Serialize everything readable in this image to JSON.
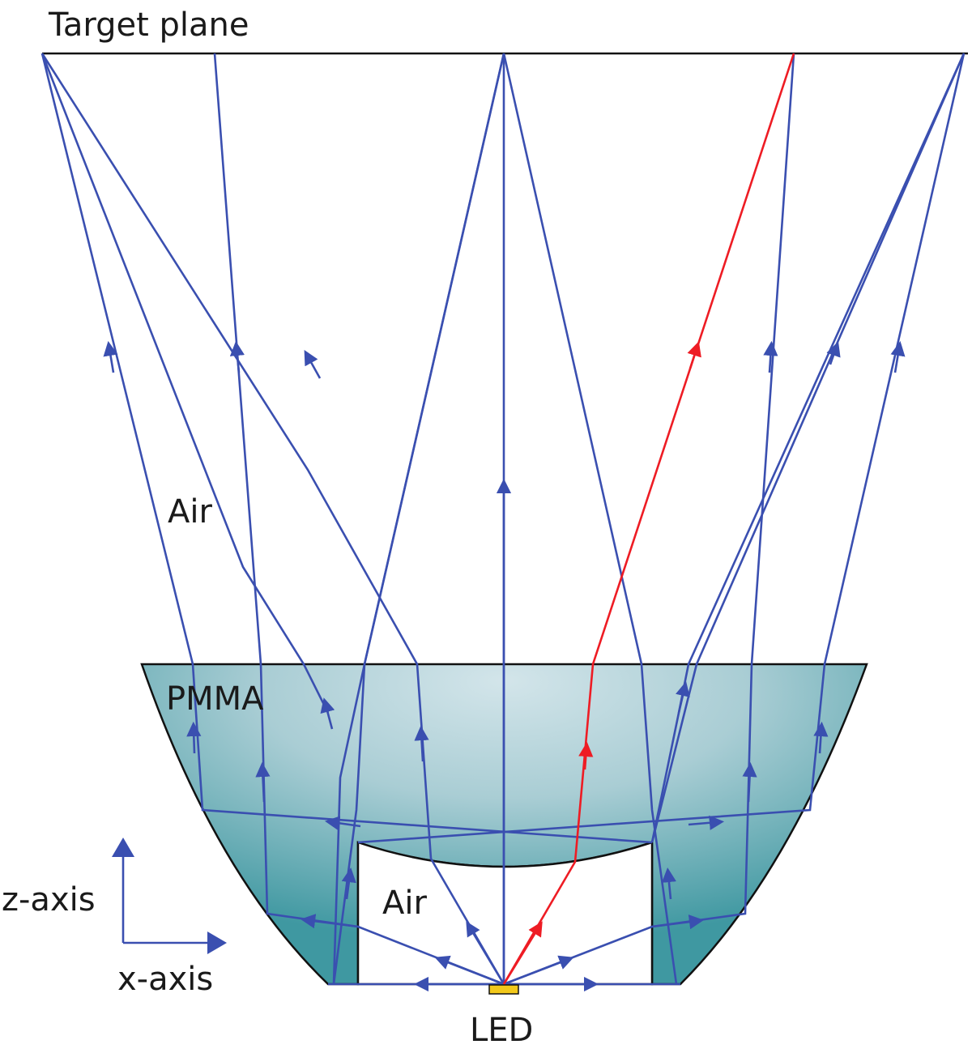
{
  "figure": {
    "title_label": "Target plane",
    "labels": {
      "air_outer": "Air",
      "pmma": "PMMA",
      "air_inner": "Air",
      "led": "LED",
      "z_axis": "z-axis",
      "x_axis": "x-axis"
    },
    "colors": {
      "ray": "#3a4fb0",
      "highlight_ray": "#ee1c24",
      "pmma_dark": "#3e9aa3",
      "pmma_light": "#cde1e7",
      "outline": "#111111",
      "led": "#f2c81a"
    }
  }
}
